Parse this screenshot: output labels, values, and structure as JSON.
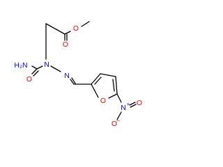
{
  "molecule": {
    "atom_labels": {
      "carbonyl_oxygen": "O",
      "ester_oxygen": "O",
      "amide_label": "H₂N",
      "urea_oxygen": "O",
      "hydrazine_nitrogen": "N",
      "imine_nitrogen": "N",
      "furan_oxygen": "O",
      "nitro_nitrogen": "N",
      "nitro_plus": "+",
      "nitro_oxygen_top": "O",
      "nitro_oxygen_bottom": "O",
      "nitro_minus": "−"
    },
    "colors": {
      "bond": "#000000",
      "oxygen": "#ff0000",
      "nitrogen": "#0000ff"
    }
  }
}
